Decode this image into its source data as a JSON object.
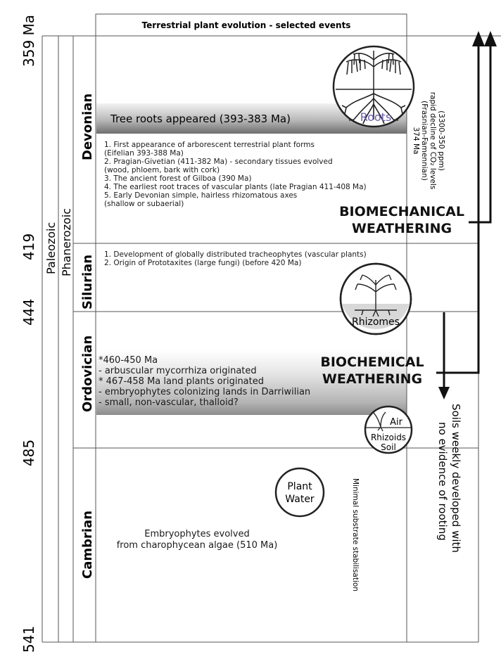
{
  "title": "Terrestrial plant evolution - selected events",
  "ages": [
    "359 Ma",
    "419",
    "444",
    "485",
    "541"
  ],
  "eon": "Phanerozoic",
  "era": "Paleozoic",
  "periods": [
    "Devonian",
    "Silurian",
    "Ordovician",
    "Cambrian"
  ],
  "devonian": {
    "highlight": "Tree roots appeared (393-383 Ma)",
    "events": [
      "1. First appearance of arborescent terrestrial plant forms",
      "    (Eifelian 393-388 Ma)",
      "2. Pragian-Givetian (411-382 Ma) - secondary tissues evolved",
      "    (wood, phloem, bark with cork)",
      "3. The ancient forest of Gilboa (390 Ma)",
      "4. The earliest root traces of vascular plants (late Pragian 411-408 Ma)",
      "5. Early Devonian simple, hairless rhizomatous axes",
      "    (shallow or subaerial)"
    ]
  },
  "silurian": {
    "events": [
      "1. Development of globally distributed tracheophytes (vascular plants)",
      "2. Origin of Prototaxites (large fungi) (before 420 Ma)"
    ]
  },
  "ordovician": {
    "events": [
      "*460-450 Ma",
      " - arbuscular mycorrhiza originated",
      "* 467-458 Ma land plants originated",
      "- embryophytes colonizing lands in Darriwilian",
      "- small, non-vascular, thalloid?"
    ]
  },
  "cambrian": {
    "events": [
      "Embryophytes evolved",
      "from charophycean algae (510 Ma)"
    ]
  },
  "circles": {
    "roots": "Roots",
    "rhizomes": "Rhizomes",
    "air": "Air",
    "rhizoids": "Rhizoids",
    "soil": "Soil",
    "plant": "Plant",
    "water": "Water"
  },
  "weathering": {
    "biomechanical_1": "BIOMECHANICAL",
    "biomechanical_2": "WEATHERING",
    "biochemical_1": "BIOCHEMICAL",
    "biochemical_2": "WEATHERING"
  },
  "co2_note": [
    "374 Ma",
    "(Frasnian-Famennian)",
    "rapid decline of CO₂ levels",
    "(3300-350 ppm)"
  ],
  "substrate_note": "Minimal substrate stabilisation",
  "soils_note": [
    "Soils weekly developed with",
    "no evidence of rooting"
  ],
  "colors": {
    "line": "#555555",
    "arrow": "#111111",
    "roots_label": "#6a5fb0"
  }
}
